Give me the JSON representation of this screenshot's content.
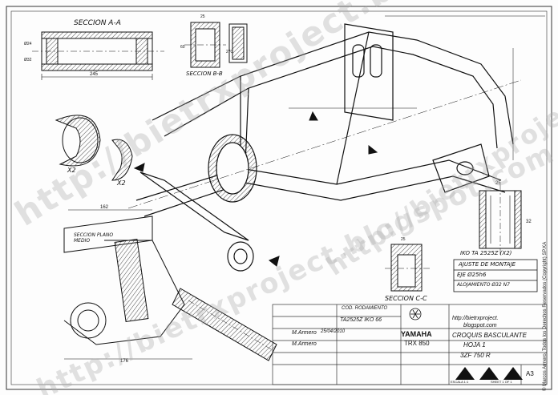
{
  "sheet": {
    "section_aa": "SECCION A-A",
    "section_bb": "SECCION B-B",
    "section_cc": "SECCION C-C",
    "section_plane": "SECCION PLANO MEDIO",
    "note_x2_a": "X2",
    "note_x2_b": "X2",
    "bearing_label": "IKO TA 2525Z (X2)",
    "fit_heading": "AJUSTE DE MONTAJE",
    "fit_row1": "EJE  Ø25h6",
    "fit_row2": "ALOJAMIENTO Ø32 N7"
  },
  "watermark": {
    "text": "http://bietrxproject.blogspot.com",
    "colors": {
      "watermark": "#aaaaaa",
      "ink": "#111111"
    }
  },
  "titleblock": {
    "code_label": "COD. RODAMIENTO",
    "code_value": "TA2525Z  IKO 66",
    "brand": "YAMAHA",
    "model": "TRX 850",
    "url1": "http://bietrxproject.",
    "url2": "blogspot.com",
    "title1": "CROQUIS BASCULANTE",
    "title2": "HOJA 1",
    "title3": "3ZF 750 R",
    "drawn_name": "M.Armero",
    "drawn_date": "25/04/2010",
    "checked_name": "M.Armero",
    "size": "A3",
    "scale": "ESCALA 1:1",
    "sheet_no": "SHEET 1 OF 1"
  },
  "side_credit": "© Marcos Armero, Todos los Derechos Reservados (Copyright) SP.KA"
}
